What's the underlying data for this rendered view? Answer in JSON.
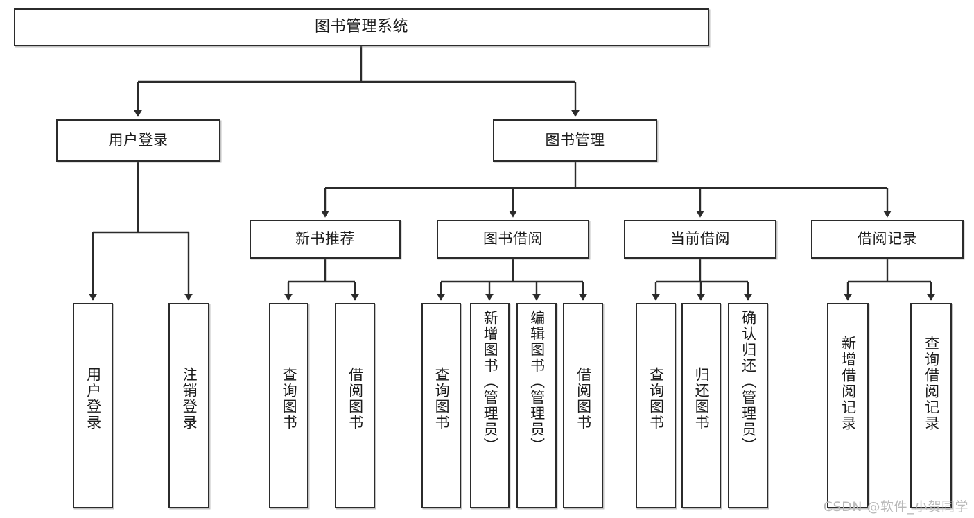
{
  "diagram": {
    "title": "图书管理系统",
    "type": "hierarchy-tree",
    "root": {
      "label": "图书管理系统"
    },
    "level1": [
      {
        "label": "用户登录"
      },
      {
        "label": "图书管理"
      }
    ],
    "level2": [
      {
        "label": "新书推荐"
      },
      {
        "label": "图书借阅"
      },
      {
        "label": "当前借阅"
      },
      {
        "label": "借阅记录"
      }
    ],
    "leaves": [
      {
        "label": "用户登录",
        "parent": "用户登录"
      },
      {
        "label": "注销登录",
        "parent": "用户登录"
      },
      {
        "label": "查询图书",
        "parent": "新书推荐"
      },
      {
        "label": "借阅图书",
        "parent": "新书推荐"
      },
      {
        "label": "查询图书",
        "parent": "图书借阅"
      },
      {
        "label": "新增图书（管理员）",
        "parent": "图书借阅"
      },
      {
        "label": "编辑图书（管理员）",
        "parent": "图书借阅"
      },
      {
        "label": "借阅图书",
        "parent": "图书借阅"
      },
      {
        "label": "查询图书",
        "parent": "当前借阅"
      },
      {
        "label": "归还图书",
        "parent": "当前借阅"
      },
      {
        "label": "确认归还（管理员）",
        "parent": "当前借阅"
      },
      {
        "label": "新增借阅记录",
        "parent": "借阅记录"
      },
      {
        "label": "查询借阅记录",
        "parent": "借阅记录"
      }
    ],
    "watermark": "CSDN @软件_小贺同学",
    "colors": {
      "stroke": "#2b2b2b",
      "fill": "#ffffff",
      "text": "#1b1b1b",
      "watermark": "#b9b9b9",
      "background": "#ffffff"
    }
  }
}
